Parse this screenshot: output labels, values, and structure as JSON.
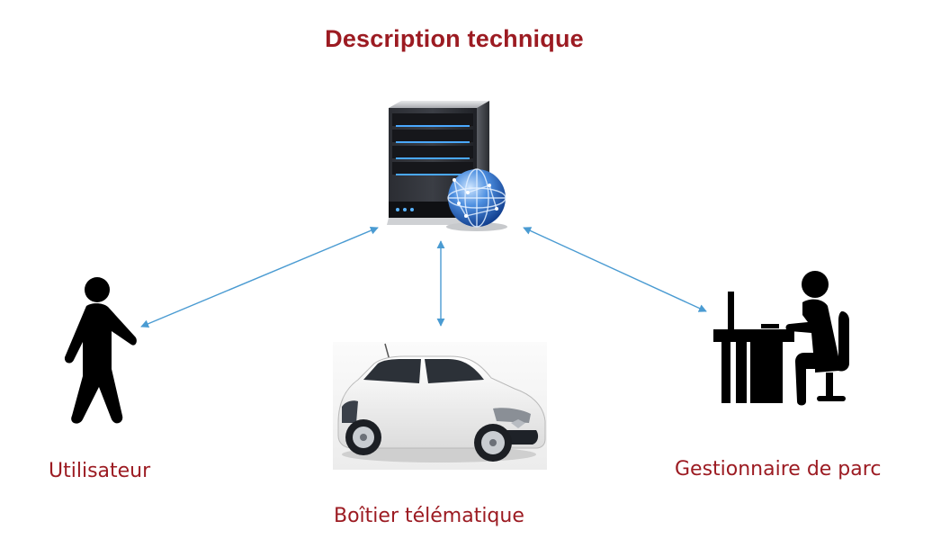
{
  "diagram": {
    "title": "Description technique",
    "nodes": [
      {
        "id": "server",
        "label": "",
        "icon": "server-globe-icon"
      },
      {
        "id": "user",
        "label": "Utilisateur",
        "icon": "walking-person-icon"
      },
      {
        "id": "box",
        "label": "Boîtier télématique",
        "icon": "car-image"
      },
      {
        "id": "manager",
        "label": "Gestionnaire de parc",
        "icon": "person-at-desk-icon"
      }
    ],
    "edges": [
      {
        "from": "server",
        "to": "user",
        "style": "bidirectional-arrow"
      },
      {
        "from": "server",
        "to": "box",
        "style": "bidirectional-arrow"
      },
      {
        "from": "server",
        "to": "manager",
        "style": "bidirectional-arrow"
      }
    ]
  },
  "colors": {
    "text": "#9c1b22",
    "arrow": "#4a9bd2",
    "icon": "#000000"
  }
}
